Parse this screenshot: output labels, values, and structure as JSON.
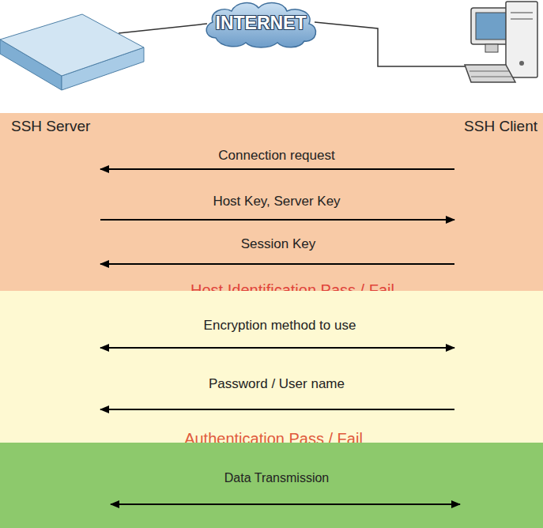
{
  "diagram": {
    "nodes": [
      {
        "text": [
          "INTERNET"
        ]
      },
      {
        "text": [
          "SSH Server",
          "SSH Client",
          "Connection request",
          "Host Key, Server Key",
          "Session Key",
          "Host Identification Pass / Fail"
        ]
      },
      {
        "text": [
          "Encryption method to use",
          "Password / User name",
          "Authentication Pass / Fail"
        ]
      },
      {
        "text": [
          "Data Transmission"
        ]
      }
    ]
  }
}
